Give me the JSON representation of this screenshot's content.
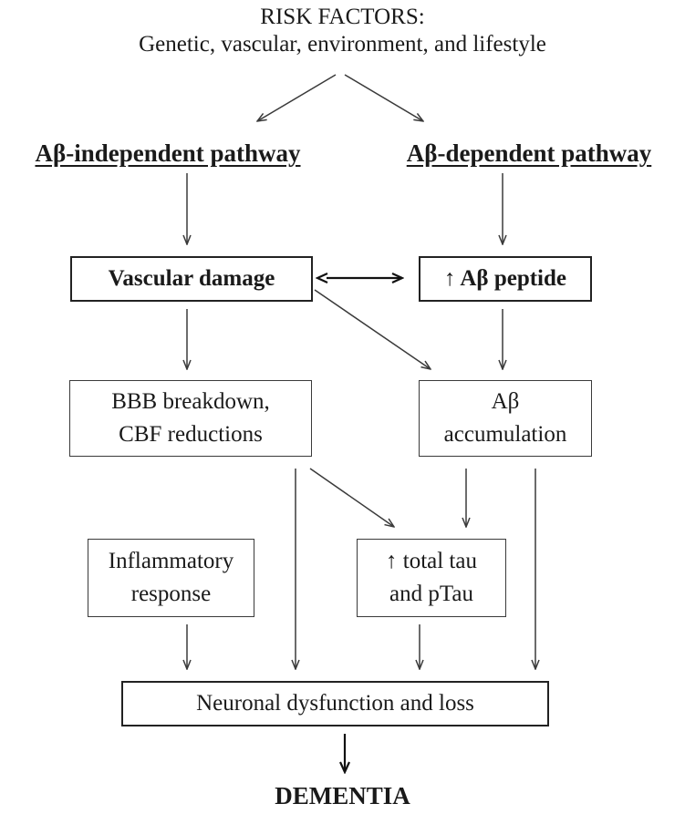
{
  "header": {
    "title": "RISK FACTORS:",
    "subtitle": "Genetic, vascular, environment, and lifestyle"
  },
  "pathways": {
    "left": "Aβ-independent pathway",
    "right": "Aβ-dependent pathway"
  },
  "boxes": {
    "vascular_damage": "Vascular damage",
    "ab_peptide": "↑ Aβ peptide",
    "bbb_line1": "BBB breakdown,",
    "bbb_line2": "CBF reductions",
    "ab_accum_line1": "Aβ",
    "ab_accum_line2": "accumulation",
    "inflam_line1": "Inflammatory",
    "inflam_line2": "response",
    "tau_line1": "↑ total tau",
    "tau_line2": "and pTau",
    "neuronal": "Neuronal dysfunction and loss"
  },
  "outcome": "DEMENTIA",
  "colors": {
    "line": "#3a3a3a",
    "text": "#1a1a1a",
    "background": "#ffffff"
  }
}
